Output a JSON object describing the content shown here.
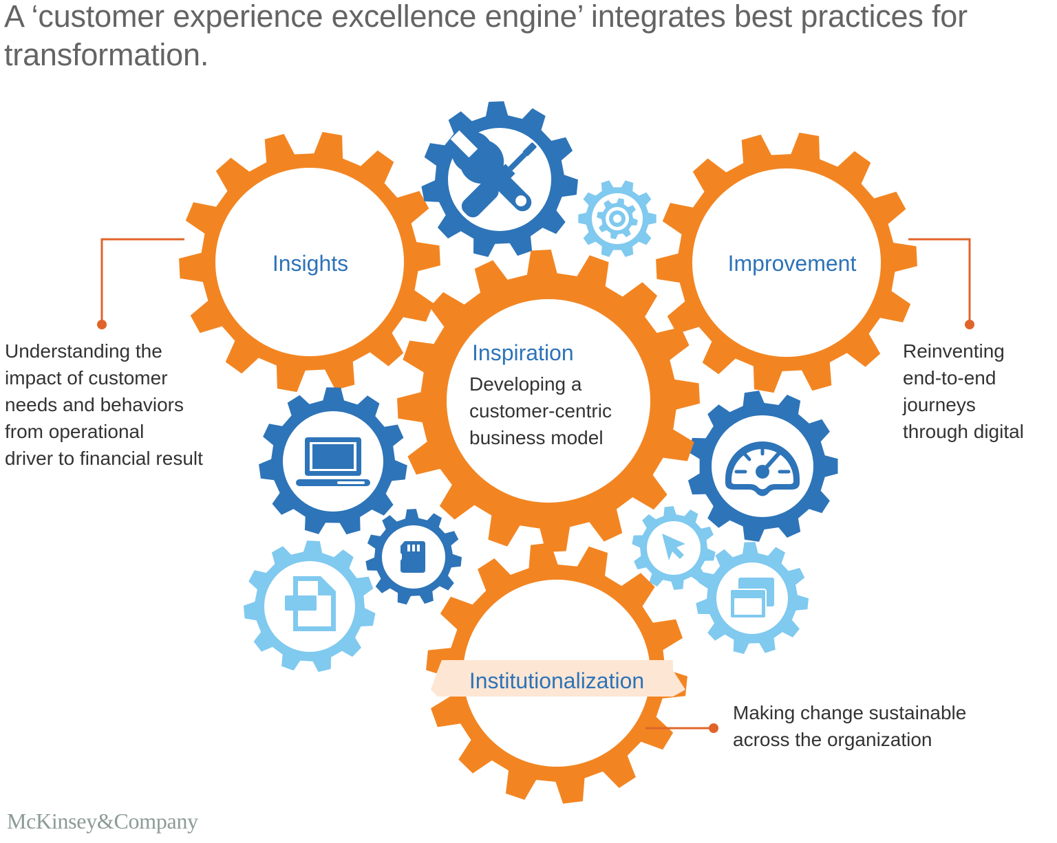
{
  "title": "A ‘customer experience excellence engine’ integrates best practices for transformation.",
  "colors": {
    "orange": "#f28522",
    "blue": "#2e74b8",
    "light_blue": "#80c9ef",
    "connector": "#e0642a",
    "label_blue": "#2d73b8",
    "band": "#fde6d4"
  },
  "gears": {
    "insights": {
      "label": "Insights",
      "description": "Understanding the impact of customer needs and behaviors from operational driver to financial result",
      "description_lines": [
        "Understanding the",
        "impact of customer",
        "needs and behaviors",
        "from operational",
        "driver to financial result"
      ]
    },
    "improvement": {
      "label": "Improvement",
      "description_lines": [
        "Reinventing",
        "end-to-end",
        "journeys",
        "through digital"
      ]
    },
    "inspiration": {
      "label": "Inspiration",
      "description_lines": [
        "Developing a",
        "customer-centric",
        "business model"
      ]
    },
    "institutionalization": {
      "label": "Institutionalization",
      "description_lines": [
        "Making change sustainable",
        "across the organization"
      ]
    }
  },
  "icon_gears": [
    {
      "name": "tools-gear",
      "icon": "wrench-screwdriver-icon",
      "color": "blue"
    },
    {
      "name": "settings-gear",
      "icon": "cog-icon",
      "color": "light_blue"
    },
    {
      "name": "laptop-gear",
      "icon": "laptop-icon",
      "color": "blue"
    },
    {
      "name": "sd-card-gear",
      "icon": "memory-card-icon",
      "color": "blue"
    },
    {
      "name": "document-gear",
      "icon": "document-export-icon",
      "color": "light_blue"
    },
    {
      "name": "dashboard-gear",
      "icon": "speedometer-icon",
      "color": "blue"
    },
    {
      "name": "cursor-gear",
      "icon": "cursor-arrow-icon",
      "color": "light_blue"
    },
    {
      "name": "windows-gear",
      "icon": "browser-windows-icon",
      "color": "light_blue"
    }
  ],
  "footer": {
    "logo": "McKinsey&Company"
  }
}
